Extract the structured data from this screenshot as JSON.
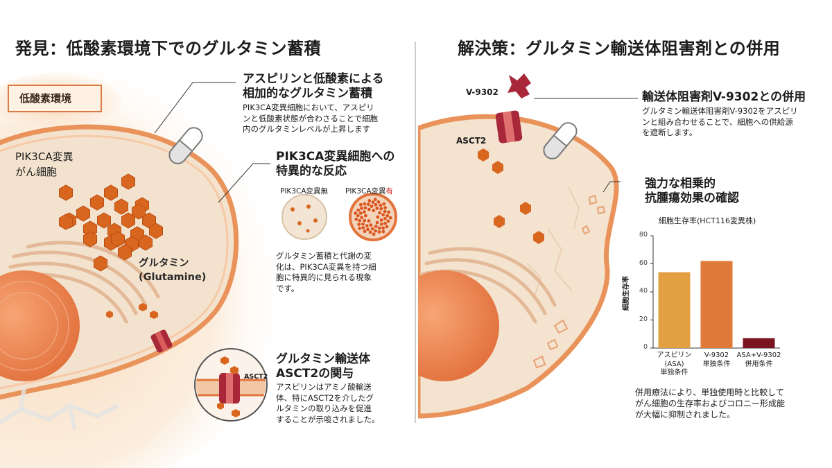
{
  "left": {
    "title": "発見：低酸素環境下でのグルタミン蓄積",
    "badge": "低酸素環境",
    "cell_label": [
      "PIK3CA変異",
      "がん細胞"
    ],
    "glutamine_label": [
      "グルタミン",
      "(Glutamine)"
    ],
    "callout1": {
      "heading": [
        "アスピリンと低酸素による",
        "相加的なグルタミン蓄積"
      ],
      "body": [
        "PIK3CA変異細胞において、アスピリ",
        "ンと低酸素状態が合わさることで細胞",
        "内のグルタミンレベルが上昇します"
      ]
    },
    "callout2": {
      "heading": [
        "PIK3CA変異細胞への",
        "特異的な反応"
      ],
      "label_without": "PIK3CA変異無",
      "label_with_prefix": "PIK3CA変異",
      "label_with_suffix": "有",
      "body": [
        "グルタミン蓄積と代謝の変",
        "化は、PIK3CA変異を持つ細",
        "胞に特異的に見られる現象",
        "です。"
      ]
    },
    "callout3": {
      "inset_label": "ASCT2",
      "heading": [
        "グルタミン輸送体",
        "ASCT2の関与"
      ],
      "body": [
        "アスピリンはアミノ酸輸送",
        "体、特にASCT2を介したグ",
        "ルタミンの取り込みを促進",
        "することが示唆されました。"
      ]
    }
  },
  "right": {
    "title": "解決策：グルタミン輸送体阻害剤との併用",
    "inhibitor_label": "V-9302",
    "transporter_label": "ASCT2",
    "callout1": {
      "heading": "輸送体阻害剤V-9302との併用",
      "body": [
        "グルタミン輸送体阻害剤V-9302をアスピリ",
        "ンと組み合わせることで、細胞への供給源",
        "を遮断します。"
      ]
    },
    "callout2": {
      "heading": [
        "強力な相乗的",
        "抗腫瘍効果の確認"
      ]
    },
    "conclusion": [
      "併用療法により、単独使用時と比較して",
      "がん細胞の生存率およびコロニー形成能",
      "が大幅に抑制されました。"
    ]
  },
  "chart_data": {
    "type": "bar",
    "title": "細胞生存率(HCT116変異株)",
    "ylabel": "細胞生存率",
    "xlabel": "",
    "ylim": [
      0,
      80
    ],
    "yticks": [
      0,
      20,
      40,
      60,
      80
    ],
    "grid": false,
    "categories": [
      [
        "アスピリン",
        "(ASA)",
        "単独条件"
      ],
      [
        "V-9302",
        "単独条件"
      ],
      [
        "ASA+V-9302",
        "併用条件"
      ]
    ],
    "values": [
      54,
      62,
      7
    ],
    "colors": [
      "#e3a043",
      "#e07a3a",
      "#7a1420"
    ]
  },
  "colors": {
    "accent": "#e07a3a",
    "hexagon": "#d9661f",
    "dark_red": "#a8283a",
    "cell_fill": "#f4e4d0",
    "divider": "#9a9a9a"
  },
  "icons": [
    "pill-icon",
    "transporter-icon",
    "inhibitor-icon",
    "glutamine-hexagon-icon"
  ]
}
